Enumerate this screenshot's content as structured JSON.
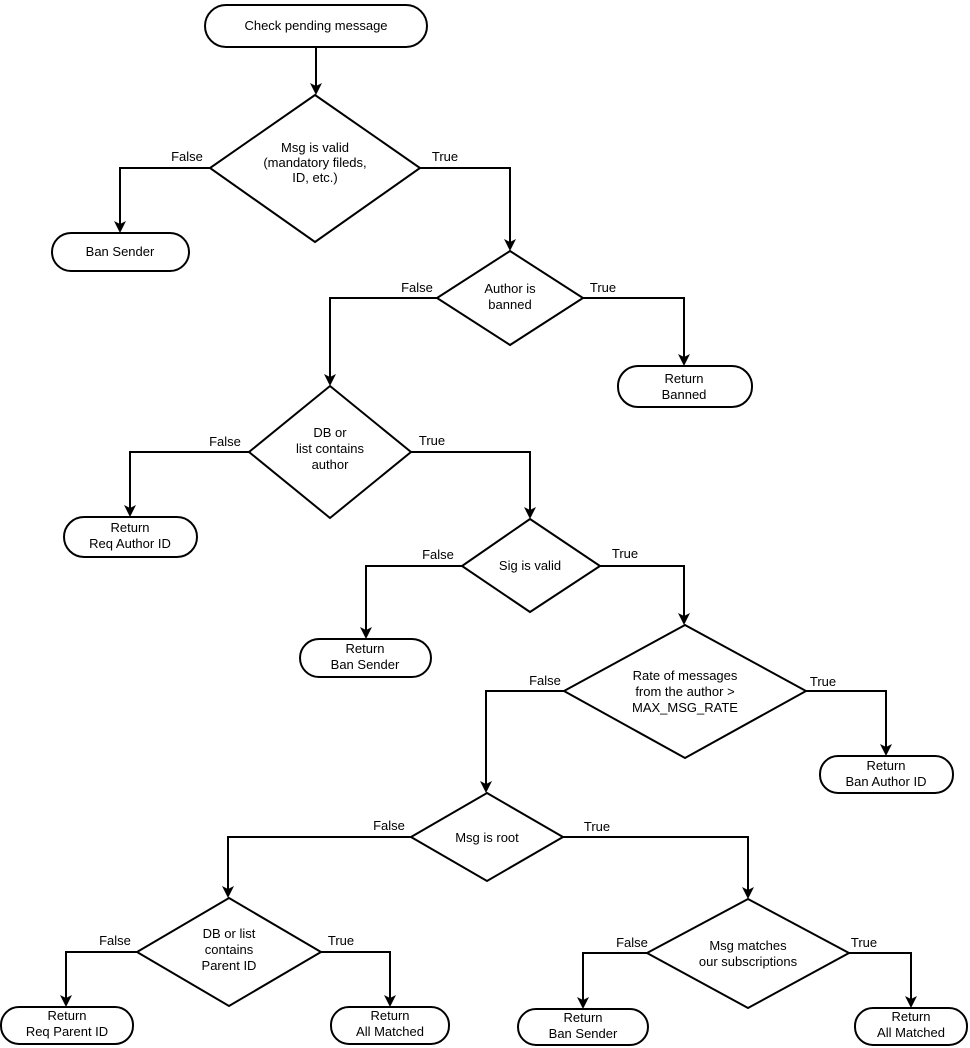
{
  "diagram": {
    "type": "flowchart",
    "colors": {
      "background": "#ffffff",
      "shape_fill": "#ffffff",
      "stroke": "#000000",
      "text": "#000000"
    },
    "nodes": {
      "start": {
        "shape": "terminator",
        "lines": [
          "Check pending message"
        ]
      },
      "msg_valid": {
        "shape": "decision",
        "lines": [
          "Msg is valid",
          "(mandatory fileds,",
          "ID, etc.)"
        ]
      },
      "ban_sender": {
        "shape": "terminator",
        "lines": [
          "Ban Sender"
        ]
      },
      "author_banned": {
        "shape": "decision",
        "lines": [
          "Author is",
          "banned"
        ]
      },
      "return_banned": {
        "shape": "terminator",
        "lines": [
          "Return",
          "Banned"
        ]
      },
      "db_list_contains_author": {
        "shape": "decision",
        "lines": [
          "DB or",
          "list contains",
          "author"
        ]
      },
      "return_req_author_id": {
        "shape": "terminator",
        "lines": [
          "Return",
          "Req Author ID"
        ]
      },
      "sig_valid": {
        "shape": "decision",
        "lines": [
          "Sig is valid"
        ]
      },
      "return_ban_sender": {
        "shape": "terminator",
        "lines": [
          "Return",
          "Ban Sender"
        ]
      },
      "rate_exceeds_max": {
        "shape": "decision",
        "lines": [
          "Rate of messages",
          "from the author >",
          "MAX_MSG_RATE"
        ]
      },
      "return_ban_author_id": {
        "shape": "terminator",
        "lines": [
          "Return",
          "Ban Author ID"
        ]
      },
      "msg_is_root": {
        "shape": "decision",
        "lines": [
          "Msg is root"
        ]
      },
      "db_list_contains_parent_id": {
        "shape": "decision",
        "lines": [
          "DB or list",
          "contains",
          "Parent ID"
        ]
      },
      "return_req_parent_id": {
        "shape": "terminator",
        "lines": [
          "Return",
          "Req Parent ID"
        ]
      },
      "return_all_matched_left": {
        "shape": "terminator",
        "lines": [
          "Return",
          "All Matched"
        ]
      },
      "msg_matches_subscriptions": {
        "shape": "decision",
        "lines": [
          "Msg matches",
          "our subscriptions"
        ]
      },
      "return_ban_sender_bottom": {
        "shape": "terminator",
        "lines": [
          "Return",
          "Ban Sender"
        ]
      },
      "return_all_matched_right": {
        "shape": "terminator",
        "lines": [
          "Return",
          "All Matched"
        ]
      }
    },
    "edges": [
      {
        "from": "start",
        "to": "msg_valid",
        "label": ""
      },
      {
        "from": "msg_valid",
        "to": "ban_sender",
        "label": "False"
      },
      {
        "from": "msg_valid",
        "to": "author_banned",
        "label": "True"
      },
      {
        "from": "author_banned",
        "to": "db_list_contains_author",
        "label": "False"
      },
      {
        "from": "author_banned",
        "to": "return_banned",
        "label": "True"
      },
      {
        "from": "db_list_contains_author",
        "to": "return_req_author_id",
        "label": "False"
      },
      {
        "from": "db_list_contains_author",
        "to": "sig_valid",
        "label": "True"
      },
      {
        "from": "sig_valid",
        "to": "return_ban_sender",
        "label": "False"
      },
      {
        "from": "sig_valid",
        "to": "rate_exceeds_max",
        "label": "True"
      },
      {
        "from": "rate_exceeds_max",
        "to": "msg_is_root",
        "label": "False"
      },
      {
        "from": "rate_exceeds_max",
        "to": "return_ban_author_id",
        "label": "True"
      },
      {
        "from": "msg_is_root",
        "to": "db_list_contains_parent_id",
        "label": "False"
      },
      {
        "from": "msg_is_root",
        "to": "msg_matches_subscriptions",
        "label": "True"
      },
      {
        "from": "db_list_contains_parent_id",
        "to": "return_req_parent_id",
        "label": "False"
      },
      {
        "from": "db_list_contains_parent_id",
        "to": "return_all_matched_left",
        "label": "True"
      },
      {
        "from": "msg_matches_subscriptions",
        "to": "return_ban_sender_bottom",
        "label": "False"
      },
      {
        "from": "msg_matches_subscriptions",
        "to": "return_all_matched_right",
        "label": "True"
      }
    ]
  }
}
